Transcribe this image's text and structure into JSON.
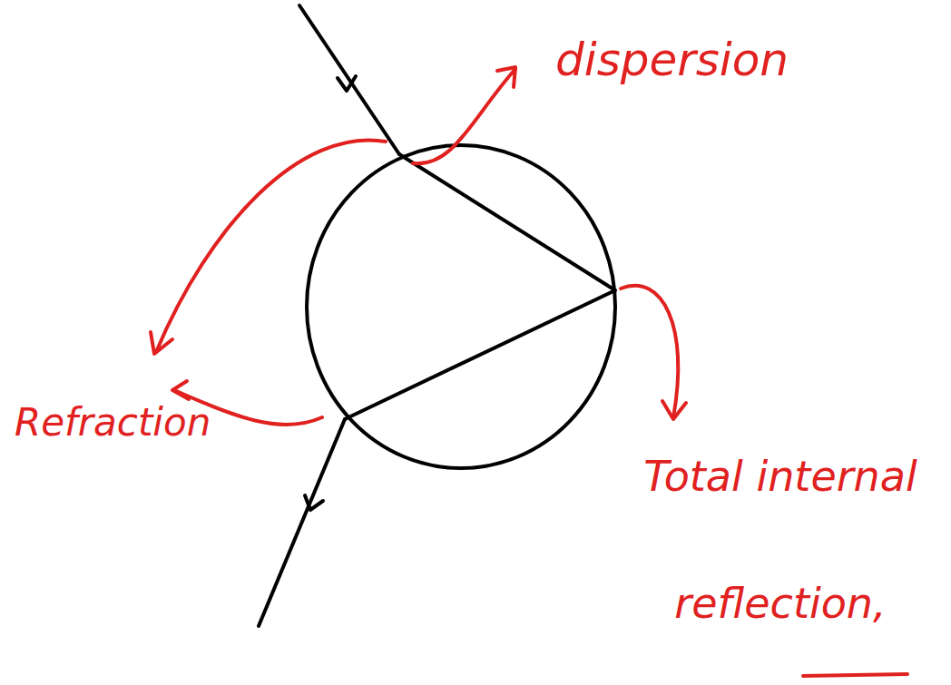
{
  "diagram": {
    "labels": [
      "dispersion",
      "Refraction",
      "Total internal reflection,"
    ]
  }
}
